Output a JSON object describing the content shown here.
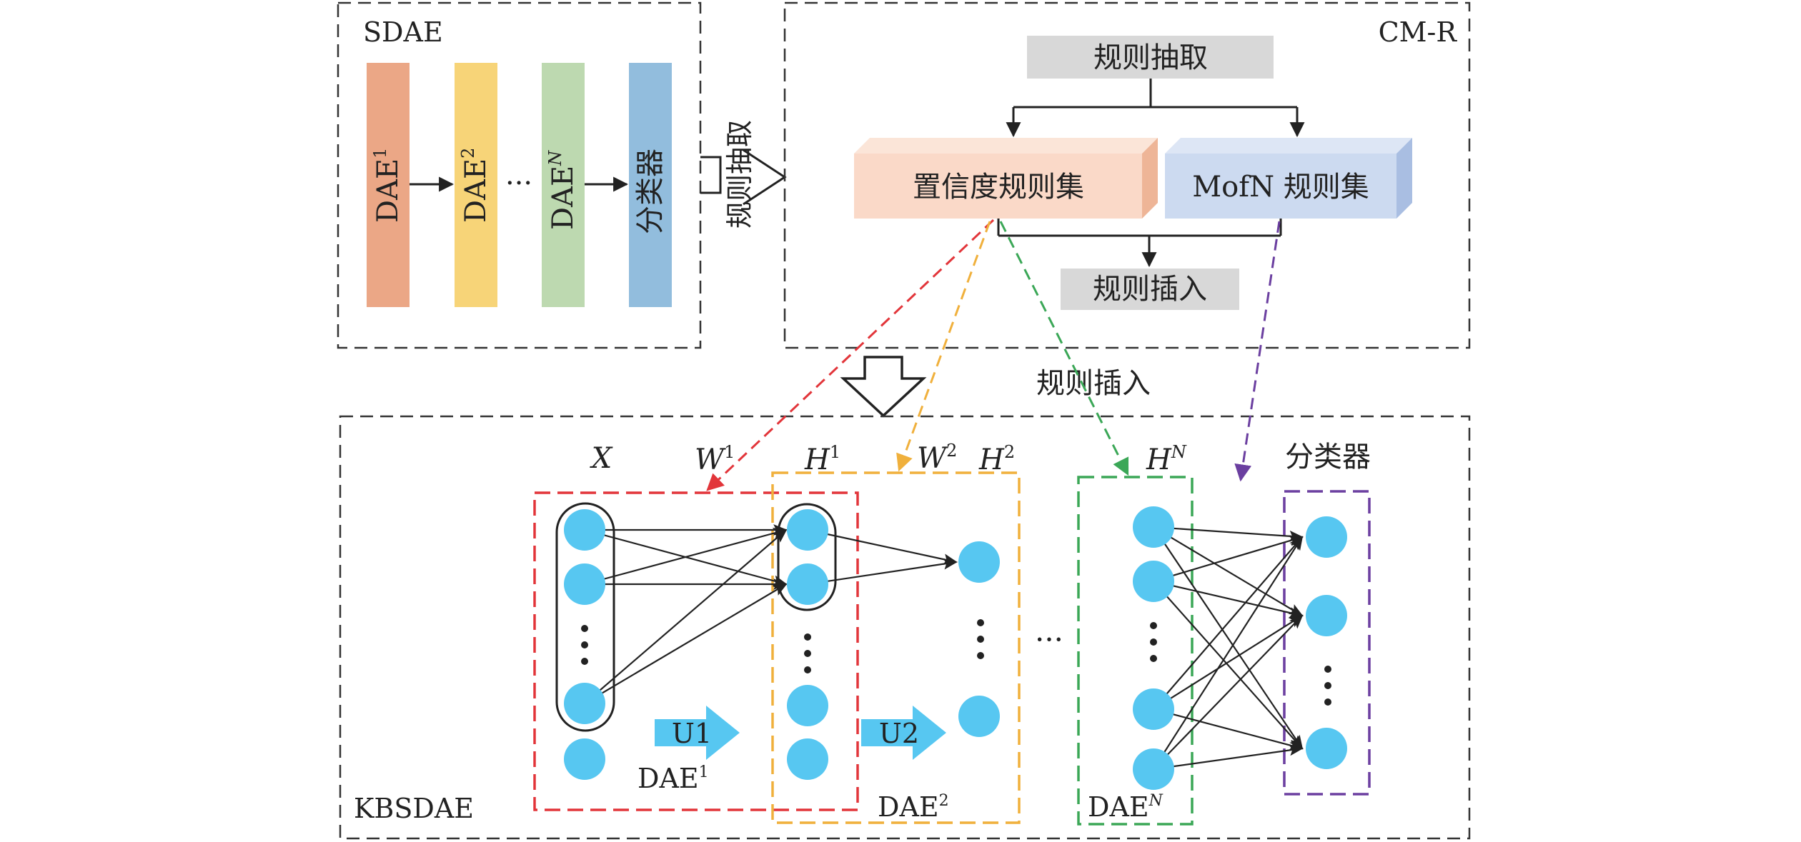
{
  "sdae": {
    "title": "SDAE",
    "dae1": "DAE",
    "dae1_sup": "1",
    "dae2": "DAE",
    "dae2_sup": "2",
    "daen": "DAE",
    "daen_sup": "N",
    "ellipsis": "···",
    "classifier": "分类器"
  },
  "extract_arrow_label": "规则抽取",
  "cmr": {
    "title": "CM-R",
    "rule_extract": "规则抽取",
    "confidence_rules": "置信度规则集",
    "mofn_rules": "MofN 规则集",
    "rule_insert": "规则插入"
  },
  "mid_rule_insert": "规则插入",
  "kbsdae": {
    "title": "KBSDAE",
    "x_label": "X",
    "w1_label": "W",
    "w1_sup": "1",
    "h1_label": "H",
    "h1_sup": "1",
    "w2_label": "W",
    "w2_sup": "2",
    "h2_label": "H",
    "h2_sup": "2",
    "hn_label": "H",
    "hn_sup": "N",
    "classifier": "分类器",
    "u1": "U1",
    "u2": "U2",
    "dae1": "DAE",
    "dae1_sup": "1",
    "dae2": "DAE",
    "dae2_sup": "2",
    "daen": "DAE",
    "daen_sup": "N",
    "mid_ellipsis": "···"
  },
  "colors": {
    "dae1": "#EBA786",
    "dae2": "#F7D478",
    "daen": "#BDD9B0",
    "classifier": "#92BDDD",
    "confidence_face": "#FAD9C8",
    "confidence_side": "#EEB597",
    "mofn_face": "#CCDAF0",
    "mofn_side": "#A9BEE2",
    "gray_box": "#D8D8D8",
    "node": "#57C7F1",
    "red": "#E2353A",
    "orange": "#F0B03C",
    "green": "#3BA757",
    "purple": "#6B3FA0"
  }
}
